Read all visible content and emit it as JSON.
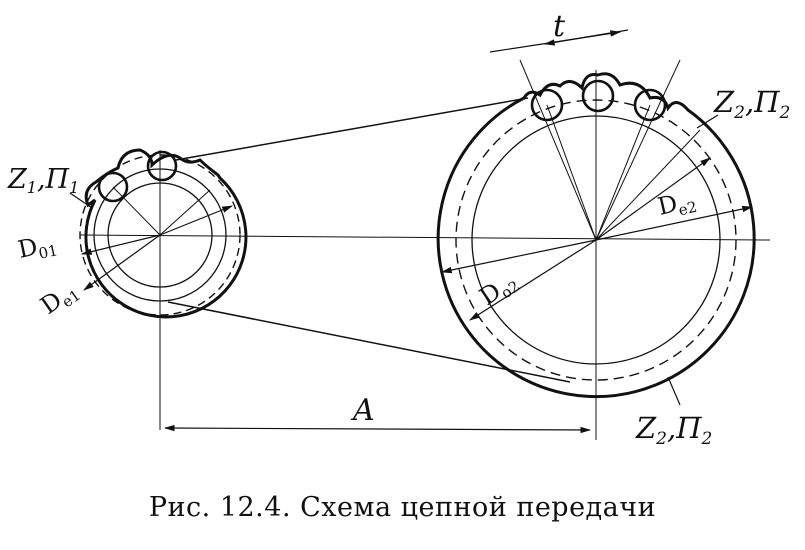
{
  "diagram": {
    "label_t": "t",
    "label_A": "A",
    "label_z1_sym": "Z",
    "label_z1_sub": "1",
    "label_z1_sep": ",",
    "label_z1_sym2": "П",
    "label_z1_sub2": "1",
    "label_z2_sym": "Z",
    "label_z2_sub": "2",
    "label_z2_sep": ",",
    "label_z2_sym2": "П",
    "label_z2_sub2": "2",
    "label_d01": "D",
    "label_d01_sub": "01",
    "label_de1": "D",
    "label_de1_sub": "e1",
    "label_de2": "D",
    "label_de2_sub": "e2",
    "label_d02": "D",
    "label_d02_sub": "o2"
  },
  "caption": "Рис.  12.4.  Схема  цепной  передачи"
}
